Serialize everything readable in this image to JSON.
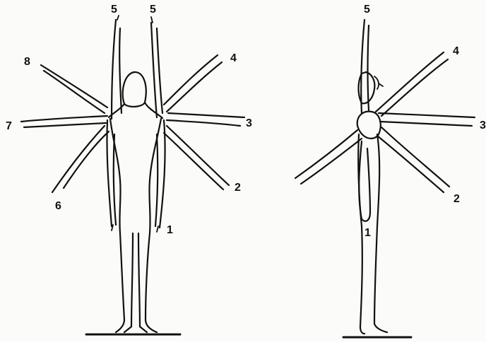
{
  "figure": {
    "front_view": {
      "labels": {
        "l5a": "5",
        "l5b": "5",
        "l8": "8",
        "l4": "4",
        "l7": "7",
        "l3": "3",
        "l2": "2",
        "l6": "6",
        "l1": "1"
      }
    },
    "side_view": {
      "labels": {
        "l5": "5",
        "l4": "4",
        "l3": "3",
        "l2": "2",
        "l1": "1"
      }
    },
    "colors": {
      "ink": "#111111",
      "paper": "#fbfbf9"
    }
  }
}
